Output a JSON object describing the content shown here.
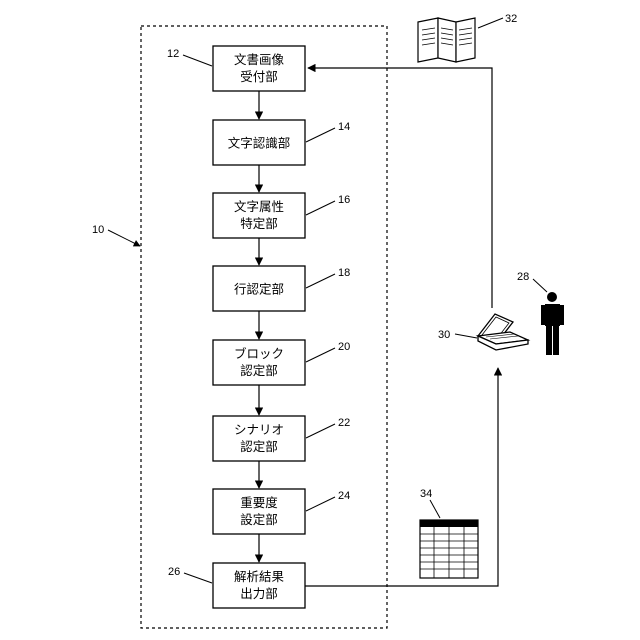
{
  "diagram": {
    "system_ref": "10",
    "blocks": [
      {
        "id": "document_image_receiving_unit",
        "lines": [
          "文書画像",
          "受付部"
        ],
        "ref": "12"
      },
      {
        "id": "character_recognition_unit",
        "lines": [
          "文字認識部"
        ],
        "ref": "14"
      },
      {
        "id": "character_attribute_unit",
        "lines": [
          "文字属性",
          "特定部"
        ],
        "ref": "16"
      },
      {
        "id": "line_identification_unit",
        "lines": [
          "行認定部"
        ],
        "ref": "18"
      },
      {
        "id": "block_identification_unit",
        "lines": [
          "ブロック",
          "認定部"
        ],
        "ref": "20"
      },
      {
        "id": "scenario_identification_unit",
        "lines": [
          "シナリオ",
          "認定部"
        ],
        "ref": "22"
      },
      {
        "id": "importance_setting_unit",
        "lines": [
          "重要度",
          "設定部"
        ],
        "ref": "24"
      },
      {
        "id": "analysis_output_unit",
        "lines": [
          "解析結果",
          "出力部"
        ],
        "ref": "26"
      }
    ],
    "external": {
      "user_ref": "28",
      "laptop_ref": "30",
      "document_ref": "32",
      "table_ref": "34"
    }
  }
}
